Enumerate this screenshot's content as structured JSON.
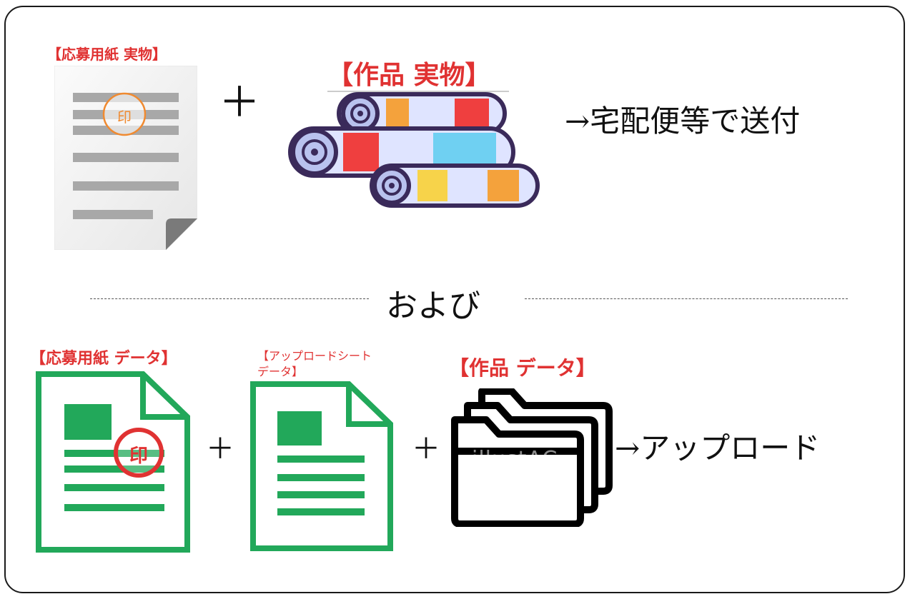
{
  "top": {
    "application_form_label": "【応募用紙 実物】",
    "stamp_text": "印",
    "plus": "＋",
    "artwork_label": "【作品 実物】",
    "send_text": "→宅配便等で送付"
  },
  "divider": {
    "text": "および"
  },
  "bottom": {
    "application_data_label": "【応募用紙 データ】",
    "stamp_text": "印",
    "plus1": "＋",
    "upload_sheet_label_line1": "【アップロードシート",
    "upload_sheet_label_line2": "データ】",
    "plus2": "＋",
    "artwork_data_label": "【作品 データ】",
    "upload_text": "→アップロード",
    "watermark": "illustAC"
  },
  "colors": {
    "label_red": "#e03232",
    "doc_green": "#22a85a",
    "stamp_orange": "#f08a30",
    "stamp_red": "#e03232"
  }
}
